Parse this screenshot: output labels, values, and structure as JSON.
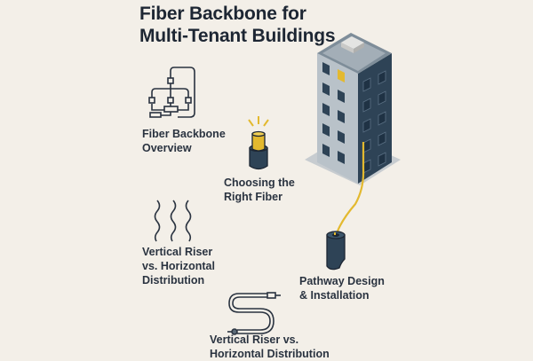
{
  "title": {
    "line1": "Fiber Backbone for",
    "line2": "Multi-Tenant Buildings"
  },
  "sections": [
    {
      "line1": "Fiber Backbone",
      "line2": "Overview",
      "icon": "network-diagram-icon"
    },
    {
      "line1": "Choosing the",
      "line2": "Right Fiber",
      "icon": "fiber-cable-end-icon"
    },
    {
      "line1": "Vertical Riser",
      "line2": "vs. Horizontal",
      "line3": "Distribution",
      "icon": "wavy-lines-icon"
    },
    {
      "line1": "Pathway Design",
      "line2": "& Installation",
      "icon": "conduit-icon"
    },
    {
      "line1": "Vertical Riser vs.",
      "line2": "Horizontal Distribution",
      "icon": "coiled-cable-icon"
    }
  ],
  "colors": {
    "background": "#f3efe8",
    "accent": "#e3b92f",
    "dark": "#2e4356",
    "building_light": "#b9c2c9"
  }
}
